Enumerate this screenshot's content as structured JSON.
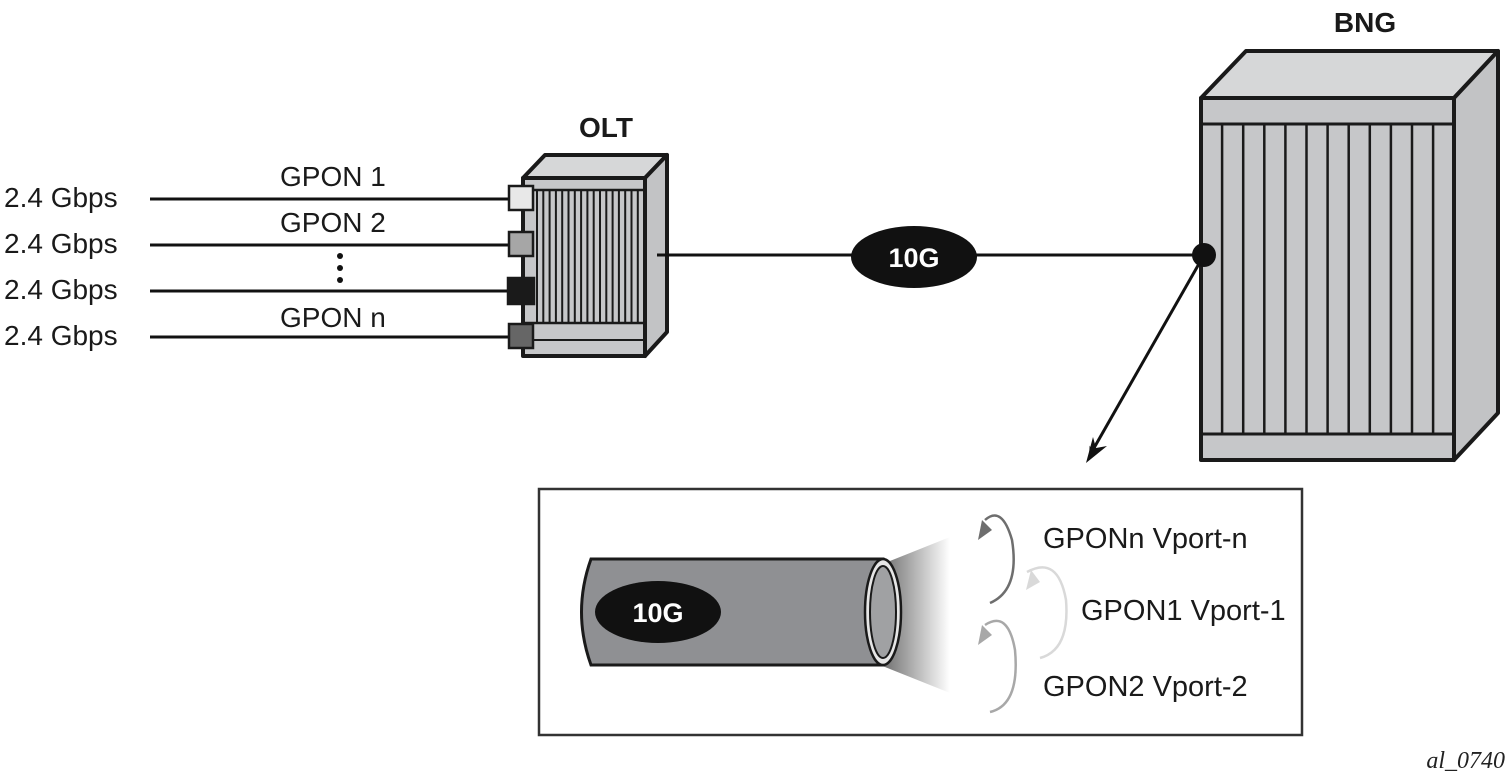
{
  "olt": {
    "title": "OLT",
    "inputs": [
      {
        "rate": "2.4 Gbps",
        "label": "GPON 1",
        "port_color": "#e8e8e8"
      },
      {
        "rate": "2.4 Gbps",
        "label": "GPON 2",
        "port_color": "#a6a6a6"
      },
      {
        "rate": "2.4 Gbps",
        "label": "",
        "port_color": "#1a1a1a"
      },
      {
        "rate": "2.4 Gbps",
        "label": "GPON n",
        "port_color": "#666666"
      }
    ],
    "ellipsis": "⋮"
  },
  "uplink": {
    "badge": "10G"
  },
  "bng": {
    "title": "BNG"
  },
  "detail": {
    "pipe_badge": "10G",
    "vports": [
      {
        "label": "GPONn Vport-n",
        "color": "#6e6e6e"
      },
      {
        "label": "GPON1 Vport-1",
        "color": "#d9d9d9"
      },
      {
        "label": "GPON2 Vport-2",
        "color": "#a8a8a8"
      }
    ]
  },
  "figure_id": "al_0740",
  "colors": {
    "device_face": "#c6c7c9",
    "device_top": "#d6d7d8",
    "device_side": "#c2c3c5",
    "pipe": "#8f9093",
    "badge_bg": "#111111"
  }
}
